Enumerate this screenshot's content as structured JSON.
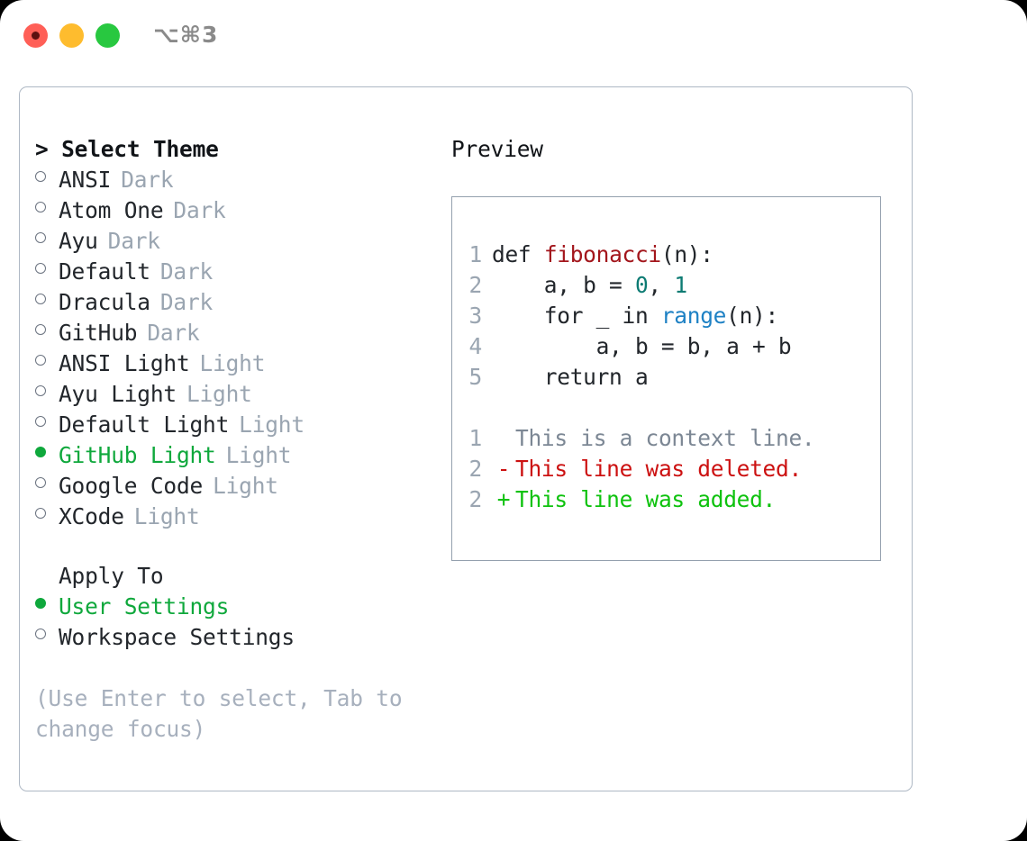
{
  "titlebar": {
    "shortcut": "⌥⌘3",
    "buttons": [
      {
        "name": "close",
        "color": "#ff5f57"
      },
      {
        "name": "minimize",
        "color": "#febc2e"
      },
      {
        "name": "maximize",
        "color": "#28c840"
      }
    ]
  },
  "theme_list": {
    "header": "> Select Theme",
    "items": [
      {
        "label": "ANSI",
        "tag": "Dark",
        "selected": false
      },
      {
        "label": "Atom One",
        "tag": "Dark",
        "selected": false
      },
      {
        "label": "Ayu",
        "tag": "Dark",
        "selected": false
      },
      {
        "label": "Default",
        "tag": "Dark",
        "selected": false
      },
      {
        "label": "Dracula",
        "tag": "Dark",
        "selected": false
      },
      {
        "label": "GitHub",
        "tag": "Dark",
        "selected": false
      },
      {
        "label": "ANSI Light",
        "tag": "Light",
        "selected": false
      },
      {
        "label": "Ayu Light",
        "tag": "Light",
        "selected": false
      },
      {
        "label": "Default Light",
        "tag": "Light",
        "selected": false
      },
      {
        "label": "GitHub Light",
        "tag": "Light",
        "selected": true
      },
      {
        "label": "Google Code",
        "tag": "Light",
        "selected": false
      },
      {
        "label": "XCode",
        "tag": "Light",
        "selected": false
      }
    ]
  },
  "apply_to": {
    "title": "Apply To",
    "items": [
      {
        "label": "User Settings",
        "selected": true
      },
      {
        "label": "Workspace Settings",
        "selected": false
      }
    ]
  },
  "hint": "(Use Enter to select, Tab to change focus)",
  "preview": {
    "title": "Preview",
    "code_lines": [
      {
        "num": "1",
        "segments": [
          {
            "text": "def ",
            "type": "plain"
          },
          {
            "text": "fibonacci",
            "type": "function"
          },
          {
            "text": "(n):",
            "type": "plain"
          }
        ]
      },
      {
        "num": "2",
        "segments": [
          {
            "text": "    a, b = ",
            "type": "plain"
          },
          {
            "text": "0",
            "type": "number"
          },
          {
            "text": ", ",
            "type": "plain"
          },
          {
            "text": "1",
            "type": "number"
          }
        ]
      },
      {
        "num": "3",
        "segments": [
          {
            "text": "    for _ in ",
            "type": "plain"
          },
          {
            "text": "range",
            "type": "call"
          },
          {
            "text": "(n):",
            "type": "plain"
          }
        ]
      },
      {
        "num": "4",
        "segments": [
          {
            "text": "        a, b = b, a + b",
            "type": "plain"
          }
        ]
      },
      {
        "num": "5",
        "segments": [
          {
            "text": "    return a",
            "type": "plain"
          }
        ]
      }
    ],
    "diff_lines": [
      {
        "num": "1",
        "marker": " ",
        "text": "This is a context line.",
        "kind": "context"
      },
      {
        "num": "2",
        "marker": "-",
        "text": "This line was deleted.",
        "kind": "deleted"
      },
      {
        "num": "2",
        "marker": "+",
        "text": "This line was added.",
        "kind": "added"
      }
    ]
  },
  "colors": {
    "accent_green": "#0fa83c",
    "diff_added": "#0ec20e",
    "diff_deleted": "#cc1111",
    "muted": "#9aa5b1",
    "syntax_function": "#a3161c",
    "syntax_number": "#0d7b73",
    "syntax_call": "#1e81c4"
  }
}
